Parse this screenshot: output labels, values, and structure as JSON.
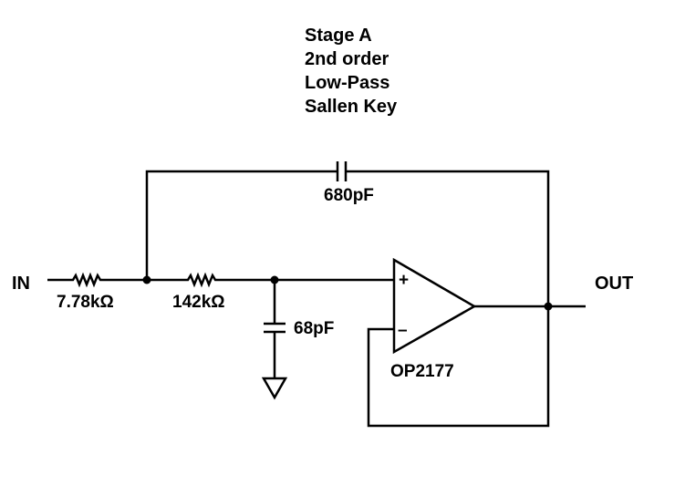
{
  "title_lines": [
    "Stage A",
    "2nd order",
    "Low-Pass",
    "Sallen Key"
  ],
  "ports": {
    "input": "IN",
    "output": "OUT"
  },
  "components": {
    "r1": "7.78kΩ",
    "r2": "142kΩ",
    "c_feedback": "680pF",
    "c_ground": "68pF"
  },
  "opamp": {
    "name": "OP2177",
    "plus_sign": "+",
    "minus_sign": "–",
    "name_color": "#3a73a0"
  },
  "colors": {
    "wire": "#000000",
    "background": "#ffffff"
  }
}
